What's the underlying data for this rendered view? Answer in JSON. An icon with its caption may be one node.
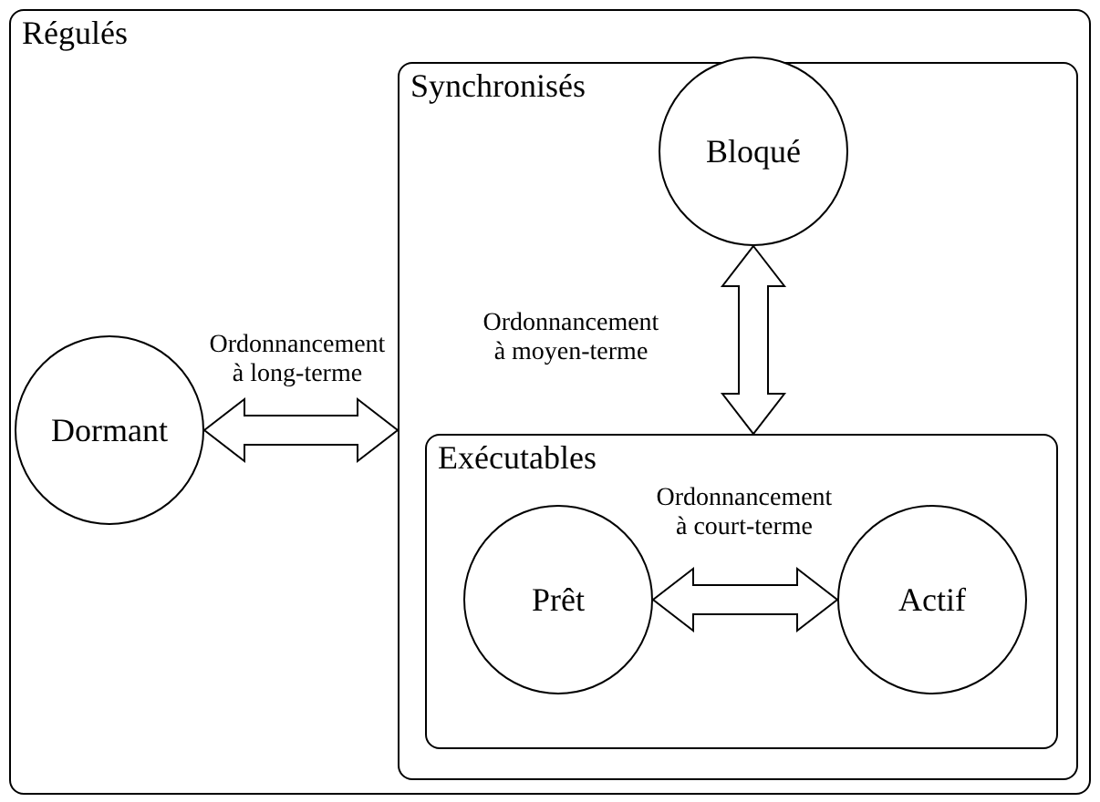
{
  "diagram": {
    "nodes": [
      {
        "text": [
          "Régulés"
        ]
      },
      {
        "text": [
          "Dormant"
        ],
        "in": 0
      },
      {
        "text": [
          "Synchronisés"
        ],
        "in": 0
      },
      {
        "text": [
          "Bloqué"
        ],
        "in": 2
      },
      {
        "text": [
          "Exécutables"
        ],
        "in": 2
      },
      {
        "text": [
          "Prêt"
        ],
        "in": 4
      },
      {
        "text": [
          "Actif"
        ],
        "in": 4
      }
    ],
    "edges": [
      {
        "from": 1,
        "to": 2,
        "arrow": "both",
        "label": "Ordonnancement à long-terme"
      },
      {
        "from": 3,
        "to": 4,
        "arrow": "both",
        "label": "Ordonnancement à moyen-terme"
      },
      {
        "from": 5,
        "to": 6,
        "arrow": "both",
        "label": "Ordonnancement à court-terme"
      }
    ]
  }
}
